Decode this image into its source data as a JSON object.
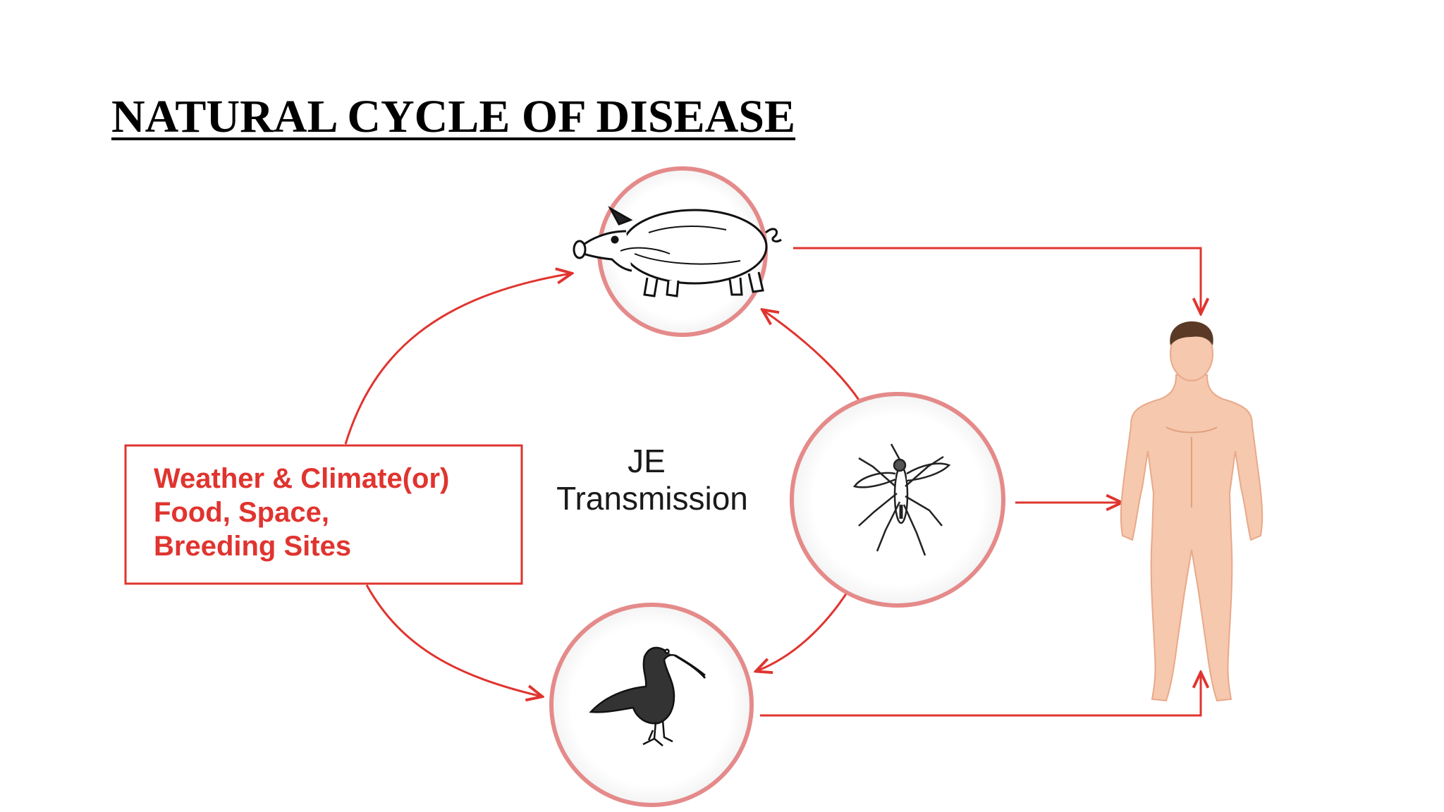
{
  "title": "NATURAL CYCLE OF DISEASE",
  "factors": {
    "line1": "Weather & Climate(or)",
    "line2": "Food, Space,",
    "line3": "Breeding Sites"
  },
  "center_label": {
    "line1": "JE",
    "line2": "Transmission"
  },
  "icons": {
    "top_node": "pig-icon",
    "middle_node": "mosquito-icon",
    "bottom_node": "bird-icon",
    "target": "human-icon"
  },
  "colors": {
    "arrow_red": "#e0342f",
    "circle_outline": "#e58a8a",
    "skin": "#f6c8ad"
  }
}
